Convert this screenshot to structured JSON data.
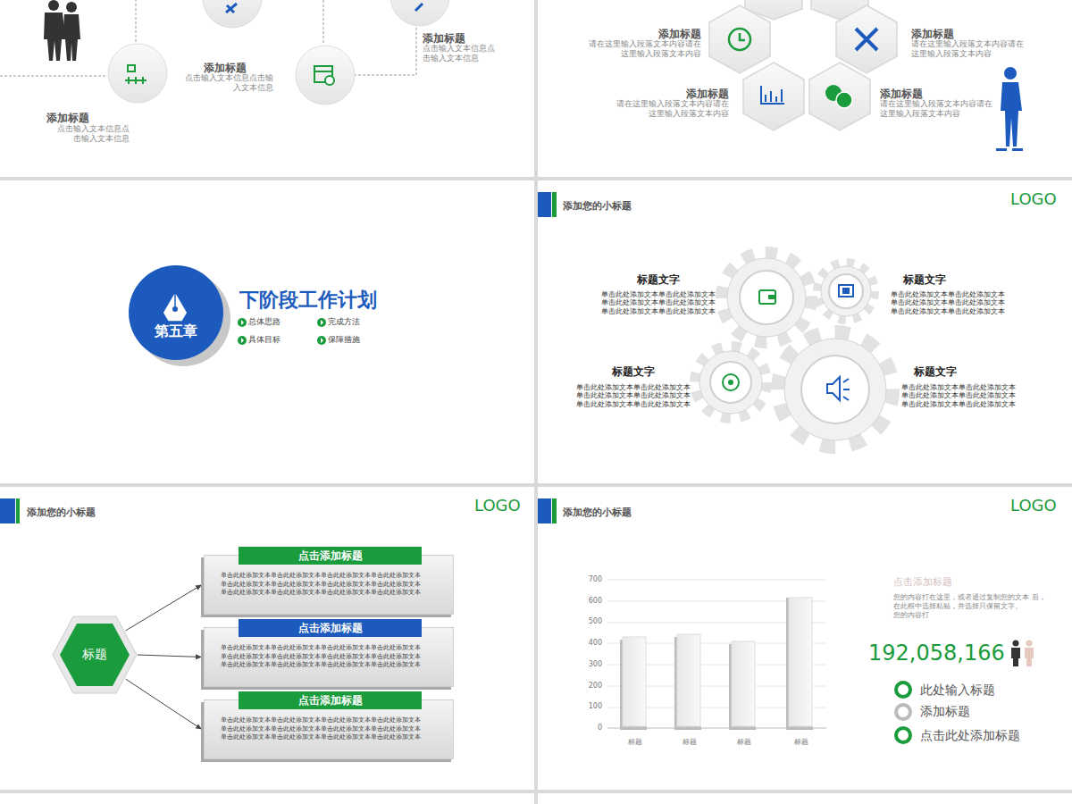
{
  "diagram": {
    "nodes": [
      {
        "text": [
          "第五章"
        ]
      },
      {
        "text": [
          "标题"
        ]
      },
      {
        "text": [
          "点击添加标题",
          "单击此处添加文本单击此处添加文本单击此处添加文本单击此处添加文本 单击此处添加文本单击此处添加文本单击此处添加文本单击此处添加文本 单击此处添加文本单击此处添加文本单击此处添加文本单击此处添加文本"
        ]
      },
      {
        "text": [
          "点击添加标题",
          "单击此处添加文本单击此处添加文本单击此处添加文本单击此处添加文本 单击此处添加文本单击此处添加文本单击此处添加文本单击此处添加文本 单击此处添加文本单击此处添加文本单击此处添加文本单击此处添加文本"
        ]
      },
      {
        "text": [
          "点击添加标题",
          "单击此处添加文本单击此处添加文本单击此处添加文本单击此处添加文本 单击此处添加文本单击此处添加文本单击此处添加文本单击此处添加文本 单击此处添加文本单击此处添加文本单击此处添加文本单击此处添加文本"
        ]
      }
    ],
    "edges": [
      {
        "from": 1,
        "to": 2,
        "arrow": "to"
      },
      {
        "from": 1,
        "to": 3,
        "arrow": "to"
      },
      {
        "from": 1,
        "to": 4,
        "arrow": "to"
      }
    ],
    "labels": [
      "添加标题",
      "点击输入文本信息点击输 入文本信息",
      "添加标题",
      "点击输入文本信息点 击输入文本信息",
      "添加标题",
      "点击输入文本信息点 击输入文本信息",
      "添加标题",
      "请在这里输入段落文本内容请在 这里输入段落文本内容",
      "添加标题",
      "请在这里输入段落文本内容请在 这里输入段落文本内容",
      "添加标题",
      "请在这里输入段落文本内容请在 这里输入段落文本内容",
      "添加标题",
      "请在这里输入段落文本内容请在 这里输入段落文本内容",
      "下阶段工作计划",
      "总体思路",
      "完成方法",
      "具体目标",
      "保障措施",
      "添加您的小标题",
      "LOGO",
      "标题文字",
      "单击此处添加文本单击此处添加文本 单击此处添加文本单击此处添加文本 单击此处添加文本单击此处添加文本",
      "标题文字",
      "单击此处添加文本单击此处添加文本 单击此处添加文本单击此处添加文本 单击此处添加文本单击此处添加文本",
      "标题文字",
      "单击此处添加文本单击此处添加文本 单击此处添加文本单击此处添加文本 单击此处添加文本单击此处添加文本",
      "标题文字",
      "单击此处添加文本单击此处添加文本 单击此处添加文本单击此处添加文本 单击此处添加文本单击此处添加文本",
      "添加您的小标题",
      "LOGO",
      "添加您的小标题",
      "LOGO",
      "700",
      "600",
      "500",
      "400",
      "300",
      "200",
      "100",
      "0",
      "标题",
      "标题",
      "标题",
      "标题",
      "点击添加标题",
      "您的内容打在这里，或者通过复制您的文本 后，在此框中选择粘贴，并选择只保留文字。 您的内容打",
      "192,058,166",
      "此处输入标题",
      "添加标题",
      "点击此处添加标题"
    ]
  }
}
